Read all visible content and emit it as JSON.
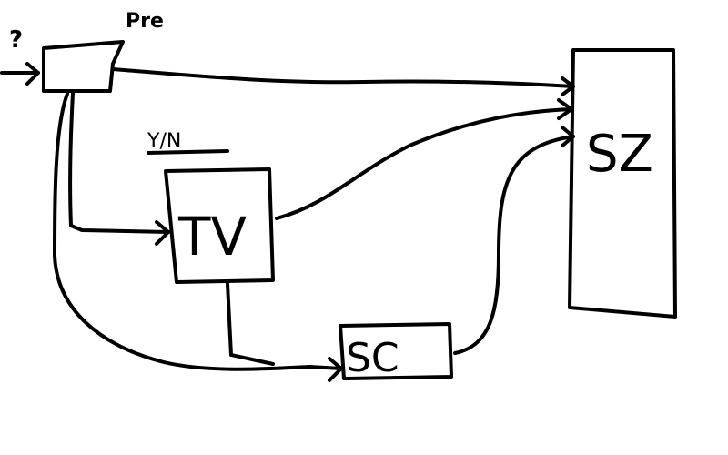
{
  "diagram": {
    "input_label": "?",
    "pre_label": "Pre",
    "yn_label": "Y/N",
    "tv_label": "TV",
    "sc_label": "SC",
    "sz_label": "SZ",
    "stroke_color": "#000000",
    "background": "#ffffff"
  }
}
